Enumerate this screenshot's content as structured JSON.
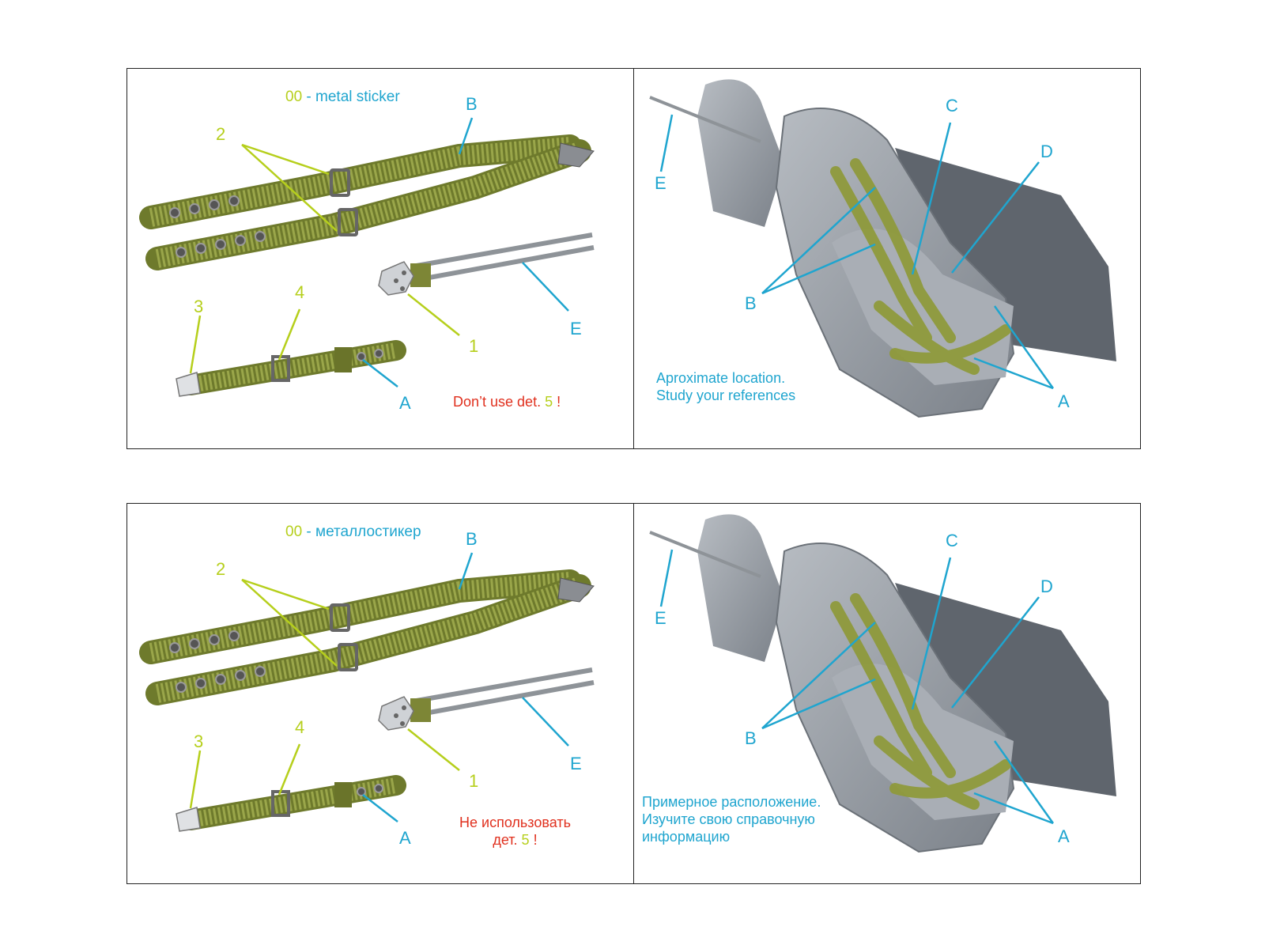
{
  "sections": [
    {
      "sticker_code": "00",
      "sticker_sep": " - ",
      "sticker_label": "metal sticker",
      "warning_line1": "Don’t use det. ",
      "warning_line2": "",
      "warning_num": "5",
      "warning_end": " !",
      "note_line1": "Aproximate location.",
      "note_line2": "Study your references",
      "note_line3": ""
    },
    {
      "sticker_code": "00",
      "sticker_sep": " - ",
      "sticker_label": "металлостикер",
      "warning_line1": "Не использовать",
      "warning_line2": "дет. ",
      "warning_num": "5",
      "warning_end": " !",
      "note_line1": "Примерное расположение.",
      "note_line2": "Изучите свою справочную",
      "note_line3": "информацию"
    }
  ],
  "part_labels": {
    "A": "A",
    "B": "B",
    "C": "C",
    "D": "D",
    "E": "E",
    "n1": "1",
    "n2": "2",
    "n3": "3",
    "n4": "4"
  },
  "colors": {
    "letter_label": "#1fa5cf",
    "number_label": "#b6cf1c",
    "warning": "#e0301e",
    "strap": "#8f9a3c",
    "seat": "#9aa0a8"
  }
}
